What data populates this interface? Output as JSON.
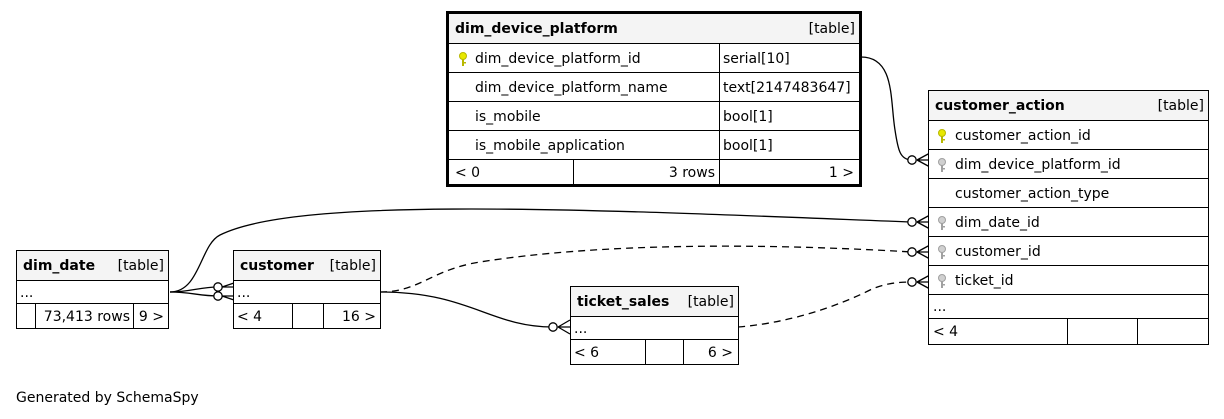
{
  "footer": "Generated by SchemaSpy",
  "colors": {
    "primary_key": "#e8e800",
    "foreign_key": "#b0b0b0",
    "header_bg": "#f4f4f4"
  },
  "tables": {
    "dim_device_platform": {
      "name": "dim_device_platform",
      "type": "[table]",
      "columns": [
        {
          "name": "dim_device_platform_id",
          "datatype": "serial[10]",
          "key_icon": "primary-key-icon"
        },
        {
          "name": "dim_device_platform_name",
          "datatype": "text[2147483647]"
        },
        {
          "name": "is_mobile",
          "datatype": "bool[1]"
        },
        {
          "name": "is_mobile_application",
          "datatype": "bool[1]"
        }
      ],
      "footer": {
        "parents": "< 0",
        "rows": "3 rows",
        "children": "1 >"
      }
    },
    "customer_action": {
      "name": "customer_action",
      "type": "[table]",
      "columns": [
        {
          "name": "customer_action_id",
          "key_icon": "primary-key-icon"
        },
        {
          "name": "dim_device_platform_id",
          "key_icon": "foreign-key-icon"
        },
        {
          "name": "customer_action_type"
        },
        {
          "name": "dim_date_id",
          "key_icon": "foreign-key-icon"
        },
        {
          "name": "customer_id",
          "key_icon": "foreign-key-icon"
        },
        {
          "name": "ticket_id",
          "key_icon": "foreign-key-icon"
        }
      ],
      "ellipsis": "...",
      "footer": {
        "parents": "< 4",
        "rows": "",
        "children": ""
      }
    },
    "dim_date": {
      "name": "dim_date",
      "type": "[table]",
      "ellipsis": "...",
      "footer": {
        "parents": "",
        "rows": "73,413 rows",
        "children": "9 >"
      }
    },
    "customer": {
      "name": "customer",
      "type": "[table]",
      "ellipsis": "...",
      "footer": {
        "parents": "< 4",
        "rows": "",
        "children": "16 >"
      }
    },
    "ticket_sales": {
      "name": "ticket_sales",
      "type": "[table]",
      "ellipsis": "...",
      "footer": {
        "parents": "< 6",
        "rows": "",
        "children": "6 >"
      }
    }
  }
}
